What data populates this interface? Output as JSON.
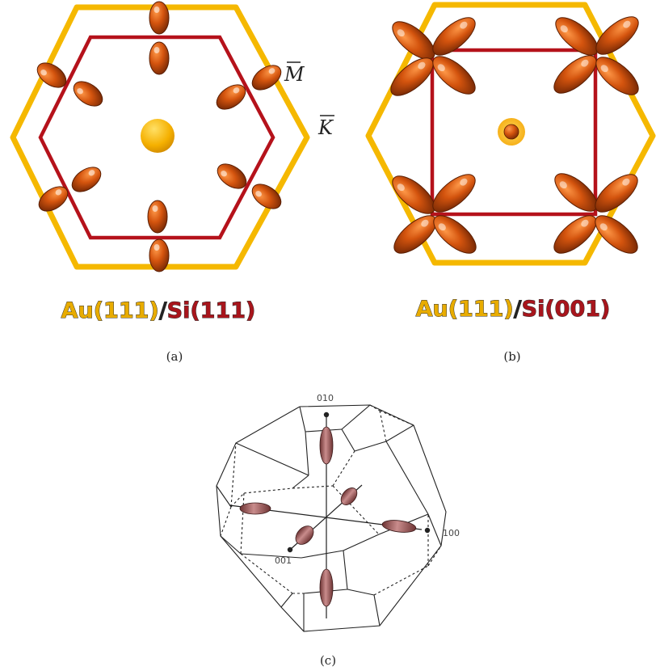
{
  "colors": {
    "au_hexagon": "#f5b800",
    "si_boundary": "#b5121b",
    "pocket_fill": "#d4540e",
    "pocket_dark": "#7a2a05",
    "gamma_dot": "#f0a800",
    "pocket_c": "#b06a6a",
    "wire": "#222222"
  },
  "panel_a": {
    "label": "(a)",
    "symbol_m": "M",
    "symbol_k": "K",
    "caption_au": "Au(111)",
    "caption_sep": "/",
    "caption_si": "Si(111)"
  },
  "panel_b": {
    "label": "(b)",
    "caption_au": "Au(111)",
    "caption_sep": "/",
    "caption_si": "Si(001)"
  },
  "panel_c": {
    "label": "(c)",
    "axis_010": "010",
    "axis_100": "100",
    "axis_001": "001"
  }
}
